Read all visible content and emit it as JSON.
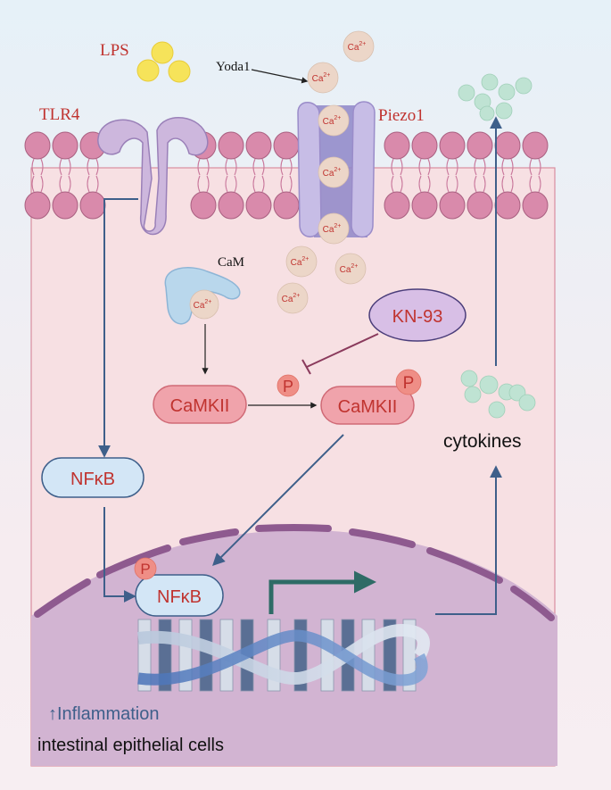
{
  "labels": {
    "lps": "LPS",
    "tlr4": "TLR4",
    "yoda1": "Yoda1",
    "piezo1": "Piezo1",
    "cam": "CaM",
    "kn93": "KN-93",
    "camkii_left": "CaMKII",
    "camkii_right": "CaMKII",
    "phospho": "P",
    "nfkb_cyto": "NFκB",
    "nfkb_nuc": "NFκB",
    "cytokines": "cytokines",
    "inflammation": "↑Inflammation",
    "cell_type": "intestinal epithelial cells"
  },
  "ion": {
    "base": "Ca",
    "charge": "2+"
  },
  "colors": {
    "title_red": "#c0332f",
    "pathway_blue": "#3e5f8a",
    "membrane_pink": "#c9789c",
    "cytoplasm": "#f7e0e3",
    "nucleus": "#d2b4d2",
    "camkii_fill": "#f0a3ab",
    "camkii_text": "#c0332f",
    "kn93_fill": "#d8bfe6",
    "calcium_fill": "#ecd6c8",
    "cytokine_fill": "#bfe3d3",
    "lps_fill": "#f6e35a",
    "phospho_fill": "#ef8e86",
    "transcription_arrow": "#2e6b66"
  }
}
